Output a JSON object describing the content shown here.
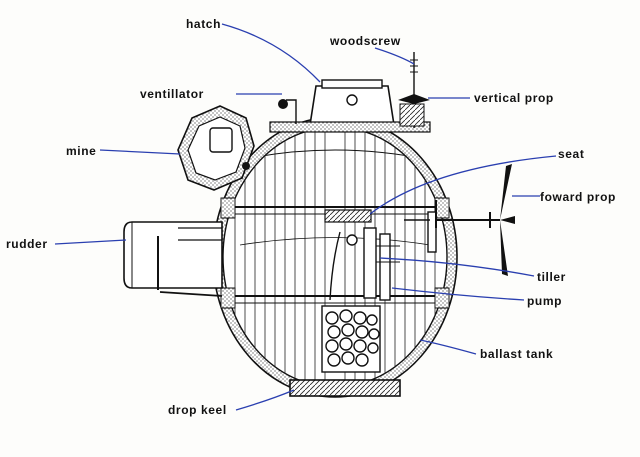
{
  "labels": {
    "hatch": "hatch",
    "woodscrew": "woodscrew",
    "ventillator": "ventillator",
    "vertical_prop": "vertical prop",
    "mine": "mine",
    "seat": "seat",
    "foward_prop": "foward prop",
    "rudder": "rudder",
    "tiller": "tiller",
    "pump": "pump",
    "ballast_tank": "ballast tank",
    "drop_keel": "drop keel"
  },
  "colors": {
    "ink": "#111111",
    "leader": "#2a3fb0",
    "paper": "#fdfdfb"
  }
}
